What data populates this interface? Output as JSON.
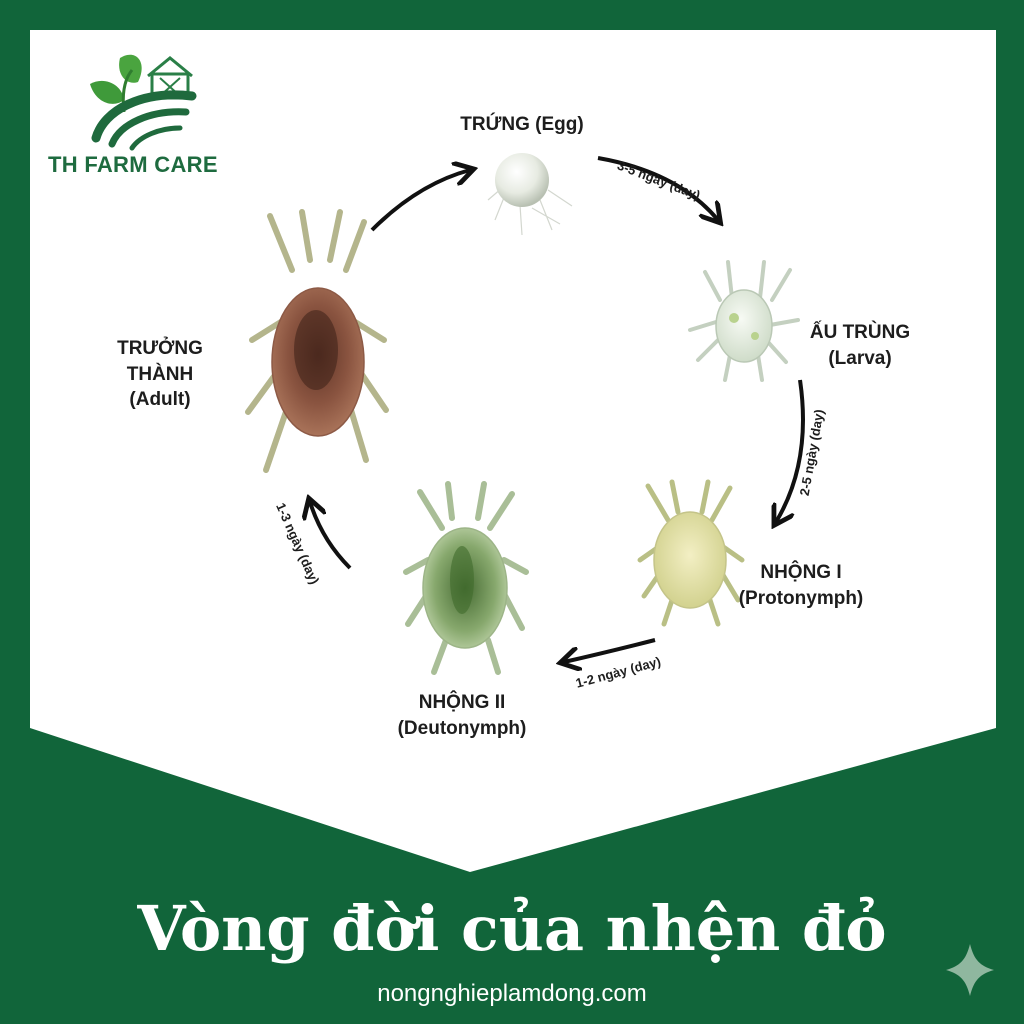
{
  "brand": {
    "name": "TH FARM CARE"
  },
  "stages": {
    "egg": {
      "line1": "TRỨNG (Egg)"
    },
    "larva": {
      "line1": "ẤU TRÙNG",
      "line2": "(Larva)"
    },
    "proto": {
      "line1": "NHỘNG I",
      "line2": "(Protonymph)"
    },
    "deuto": {
      "line1": "NHỘNG II",
      "line2": "(Deutonymph)"
    },
    "adult": {
      "line1": "TRƯỞNG",
      "line2": "THÀNH",
      "line3": "(Adult)"
    }
  },
  "durations": {
    "egg_to_larva": "3-5 ngày (day)",
    "larva_to_proto": "2-5 ngày (day)",
    "proto_to_deuto": "1-2 ngày (day)",
    "deuto_to_adult": "1-3 ngày (day)"
  },
  "footer": {
    "title": "Vòng đời của nhện đỏ",
    "website": "nongnghieplamdong.com"
  },
  "colors": {
    "background": "#11653a",
    "panel": "#ffffff",
    "brand": "#1e6b3f",
    "text": "#1d1d1d"
  }
}
